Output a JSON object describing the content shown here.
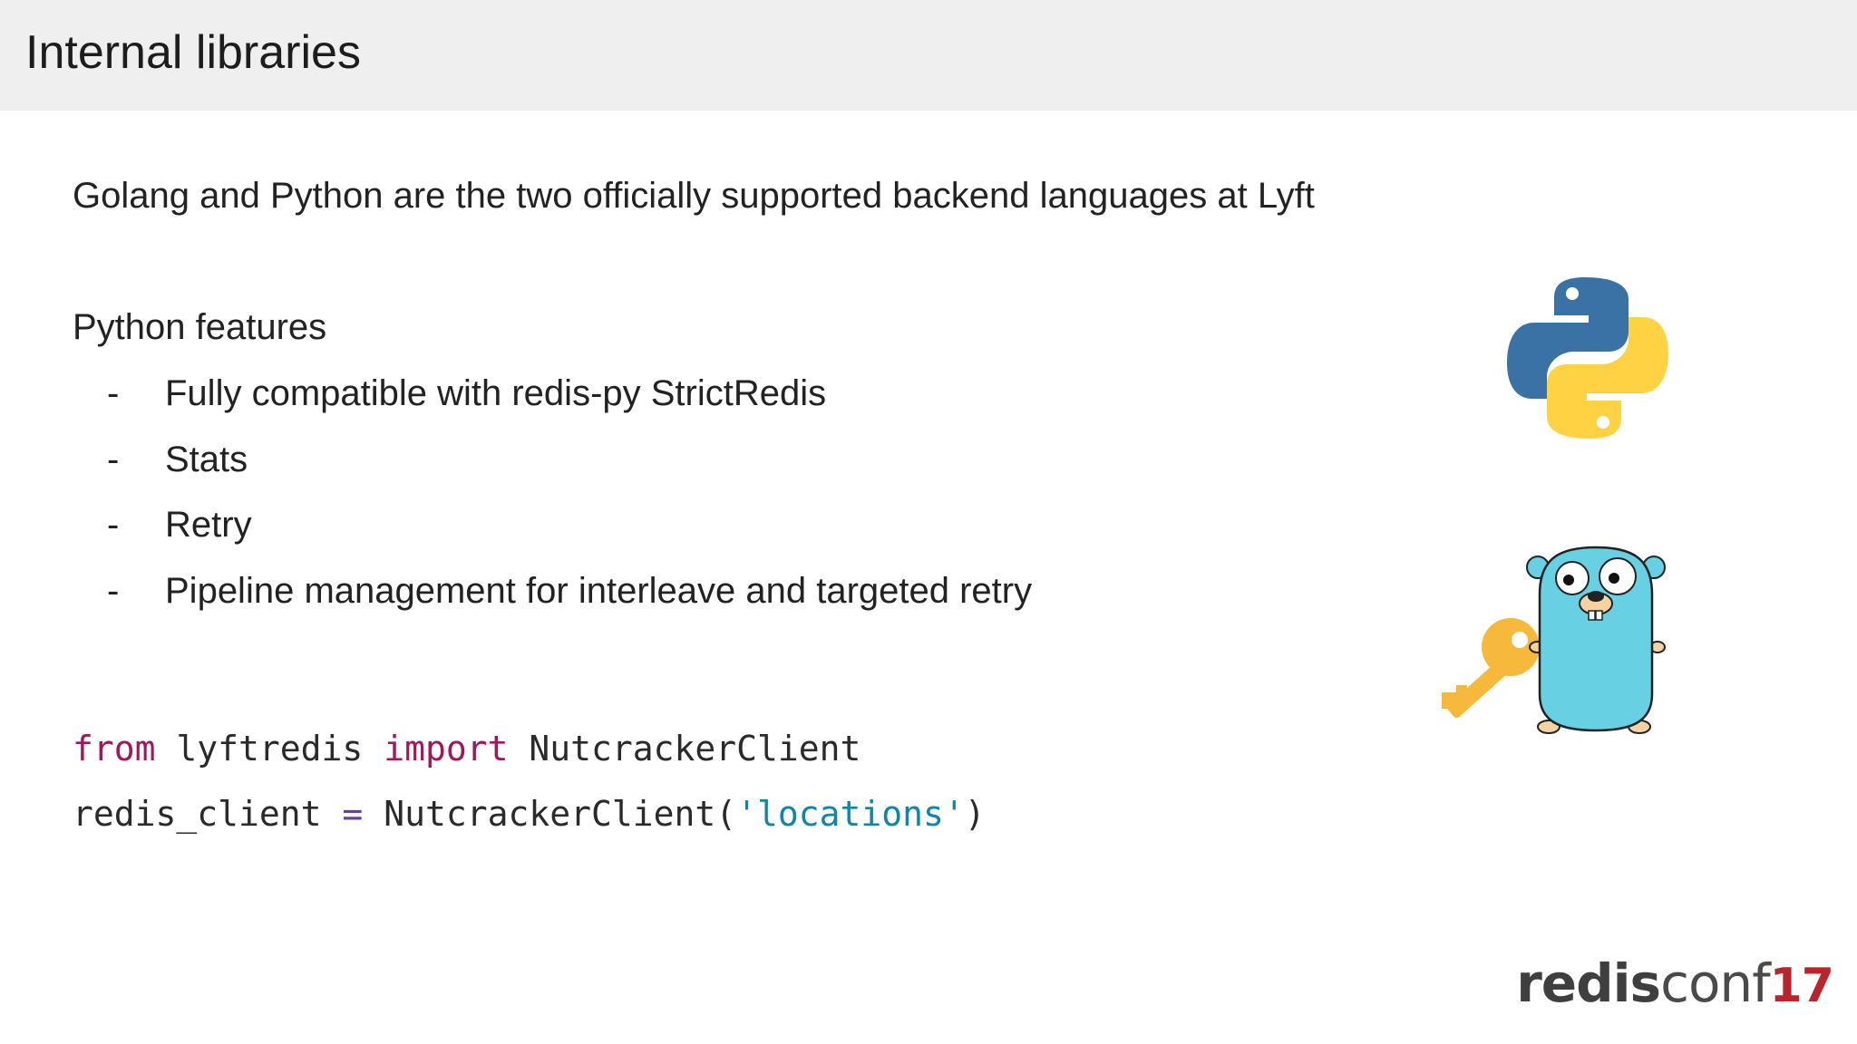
{
  "slide": {
    "title": "Internal libraries",
    "intro": "Golang and Python are the two officially supported backend languages at Lyft",
    "features_heading": "Python features",
    "features": [
      {
        "dash": "-",
        "text": "Fully compatible with redis-py StrictRedis"
      },
      {
        "dash": "-",
        "text": "Stats"
      },
      {
        "dash": "-",
        "text": "Retry"
      },
      {
        "dash": "-",
        "text": "Pipeline management for interleave and targeted retry"
      }
    ],
    "code": {
      "line1": {
        "kw1": "from",
        "mod": " lyftredis ",
        "kw2": "import",
        "name": " NutcrackerClient"
      },
      "line2": {
        "var": "redis_client ",
        "op": "=",
        "call": " NutcrackerClient(",
        "str": "'locations'",
        "close": ")"
      }
    }
  },
  "icons": {
    "python": "python-logo-icon",
    "gopher": "go-gopher-icon",
    "key": "key-icon"
  },
  "branding": {
    "part1": "redis",
    "part2": "conf",
    "part3": "17"
  },
  "colors": {
    "header_bg": "#efefef",
    "keyword": "#a0175b",
    "string": "#0f86a8",
    "python_blue": "#3a72a6",
    "python_yellow": "#fed242",
    "gopher": "#67d0e3",
    "key": "#f6b93b",
    "brand_accent": "#b8262b"
  }
}
